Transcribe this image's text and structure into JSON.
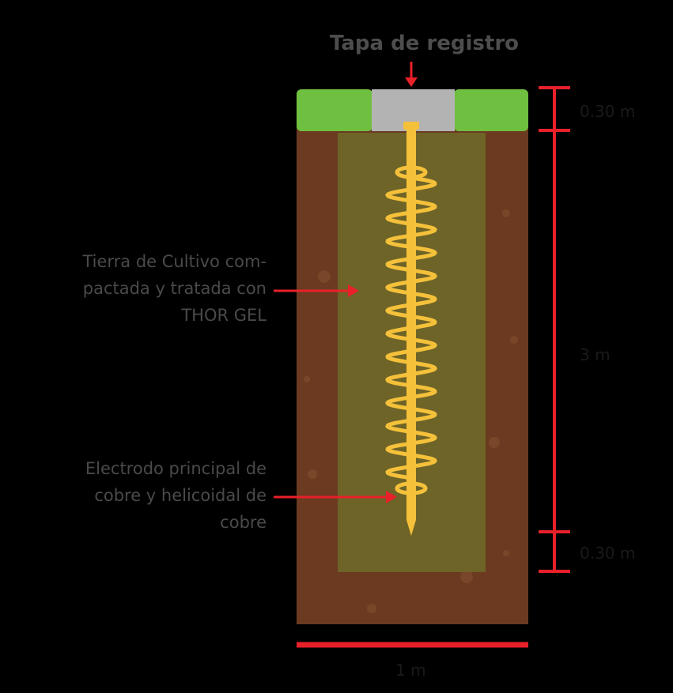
{
  "title": "Tapa de registro",
  "labels": {
    "soil_line1": "Tierra de Cultivo com-",
    "soil_line2": "pactada y tratada con",
    "soil_line3": "THOR GEL",
    "electrode_line1": "Electrodo principal de",
    "electrode_line2": "cobre y helicoidal de",
    "electrode_line3": "cobre"
  },
  "dimensions": {
    "top": "0.30 m",
    "middle": "3 m",
    "bottom": "0.30 m",
    "width": "1 m"
  },
  "colors": {
    "background": "#000000",
    "grass": "#6fbf40",
    "cover": "#b3b3b3",
    "soil": "#6b3a20",
    "fill": "#6e6428",
    "electrode": "#f5c13a",
    "arrow": "#e8202a",
    "label_text": "#4a4a4a"
  }
}
